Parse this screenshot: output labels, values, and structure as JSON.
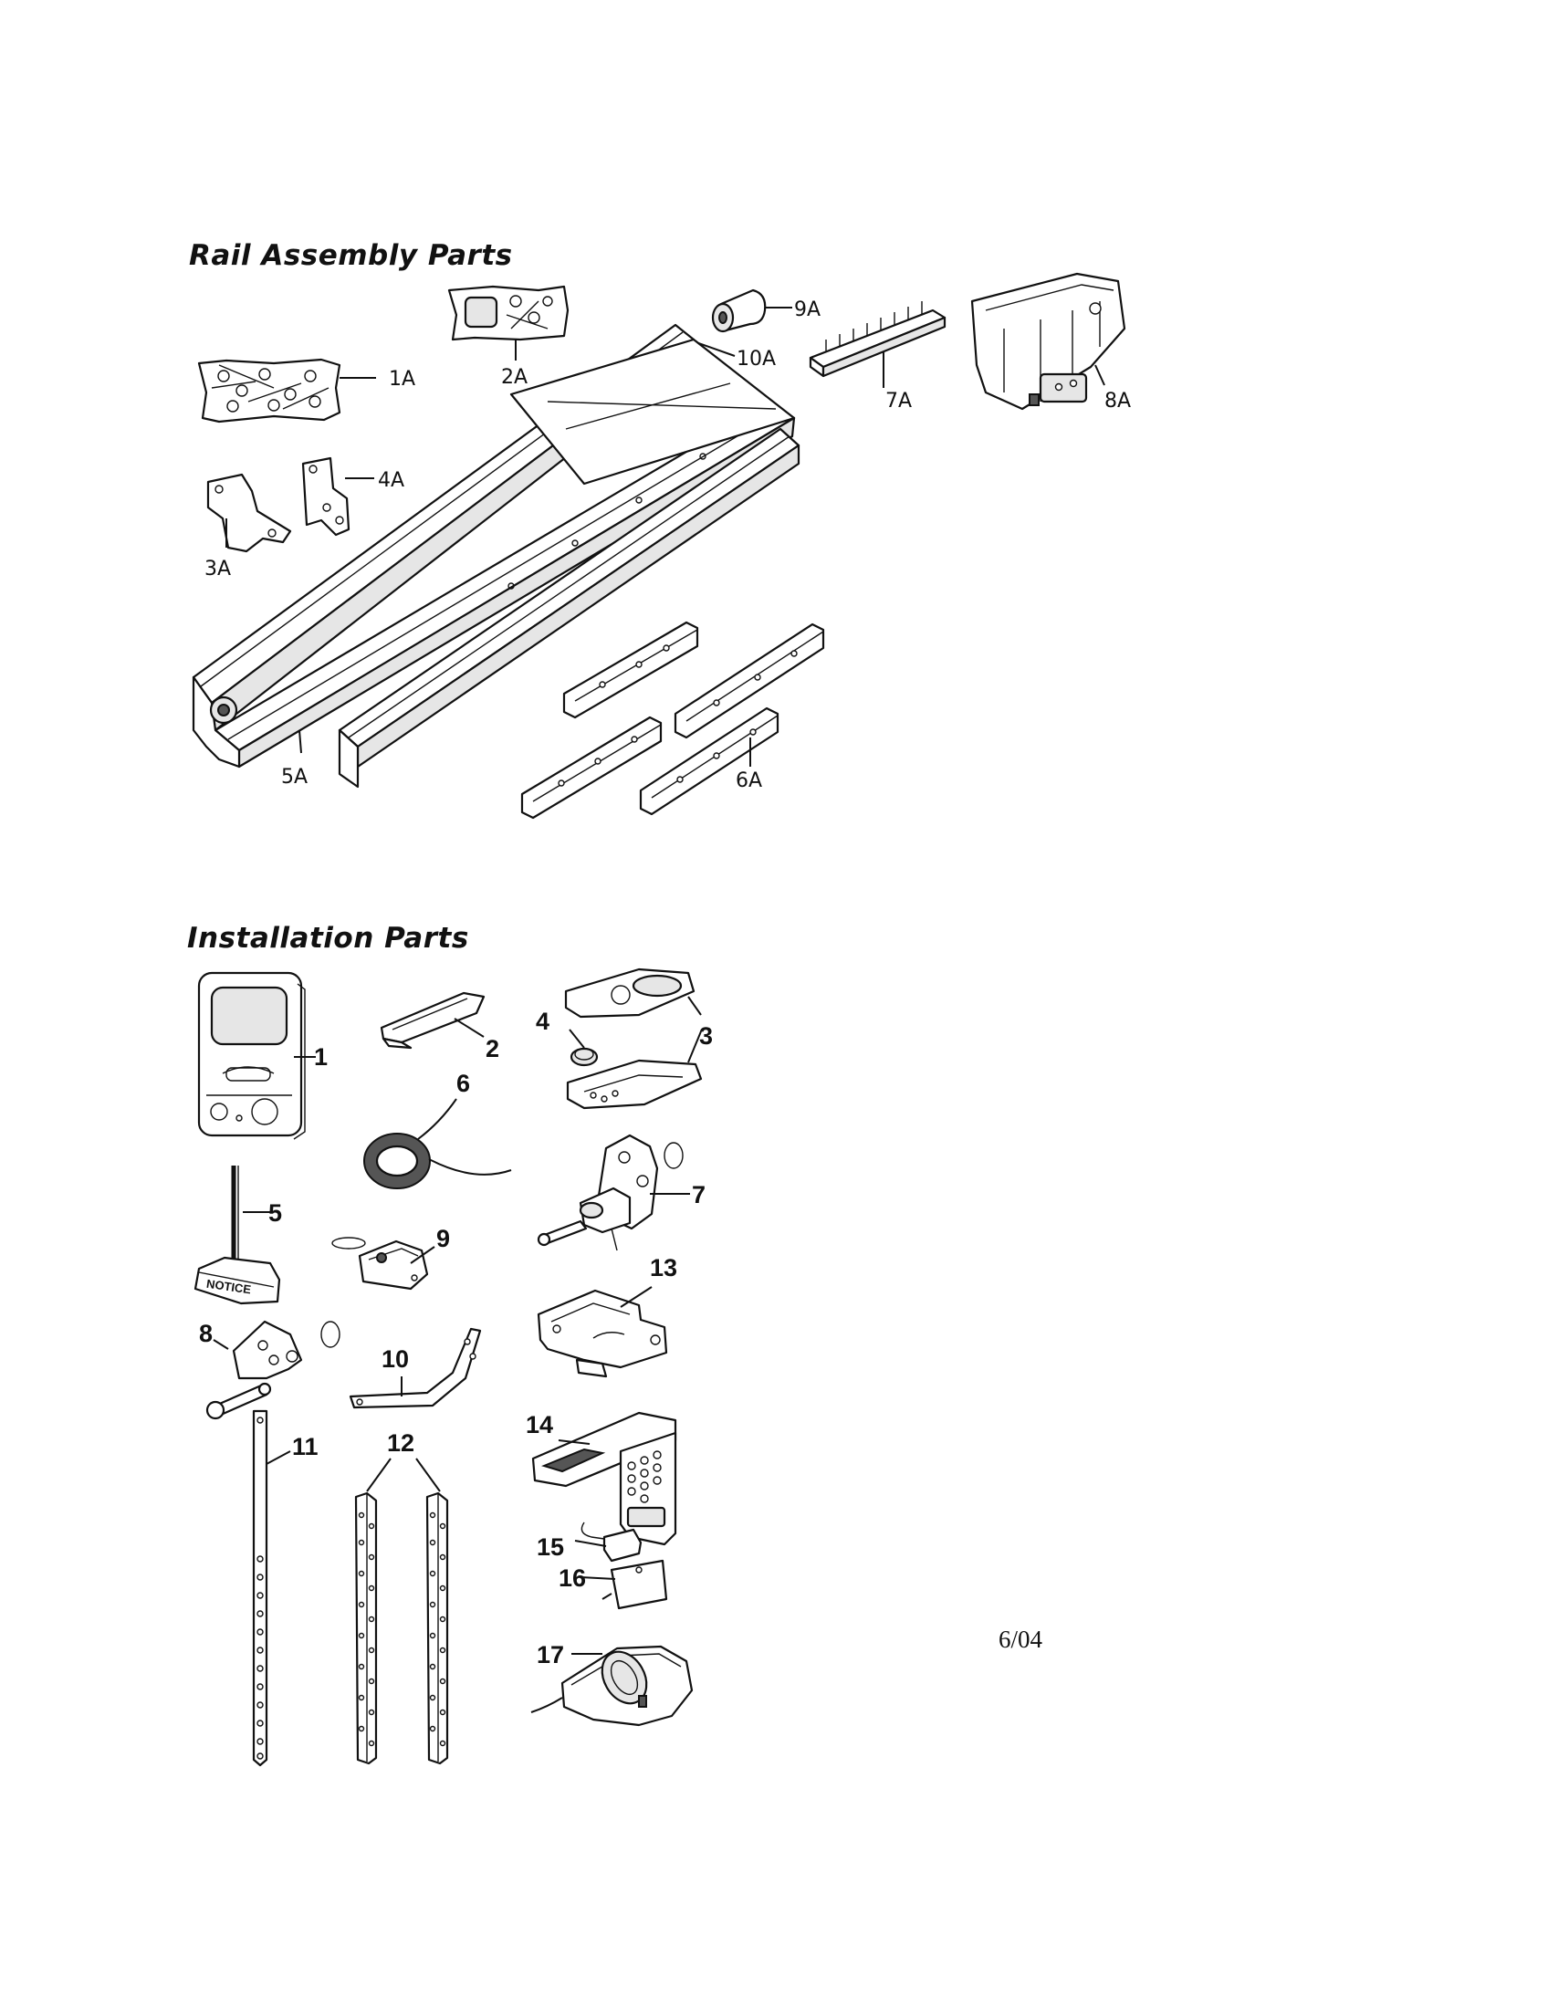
{
  "sections": {
    "rail": {
      "title": "Rail Assembly Parts"
    },
    "install": {
      "title": "Installation Parts"
    }
  },
  "rail_parts": {
    "p1A": "1A",
    "p2A": "2A",
    "p3A": "3A",
    "p4A": "4A",
    "p5A": "5A",
    "p6A": "6A",
    "p7A": "7A",
    "p8A": "8A",
    "p9A": "9A",
    "p10A": "10A"
  },
  "install_parts": {
    "p1": "1",
    "p2": "2",
    "p3": "3",
    "p4": "4",
    "p5": "5",
    "p6": "6",
    "p7": "7",
    "p8": "8",
    "p9": "9",
    "p10": "10",
    "p11": "11",
    "p12": "12",
    "p13": "13",
    "p14": "14",
    "p15": "15",
    "p16": "16",
    "p17": "17"
  },
  "sign_text": "NOTICE",
  "date": "6/04"
}
